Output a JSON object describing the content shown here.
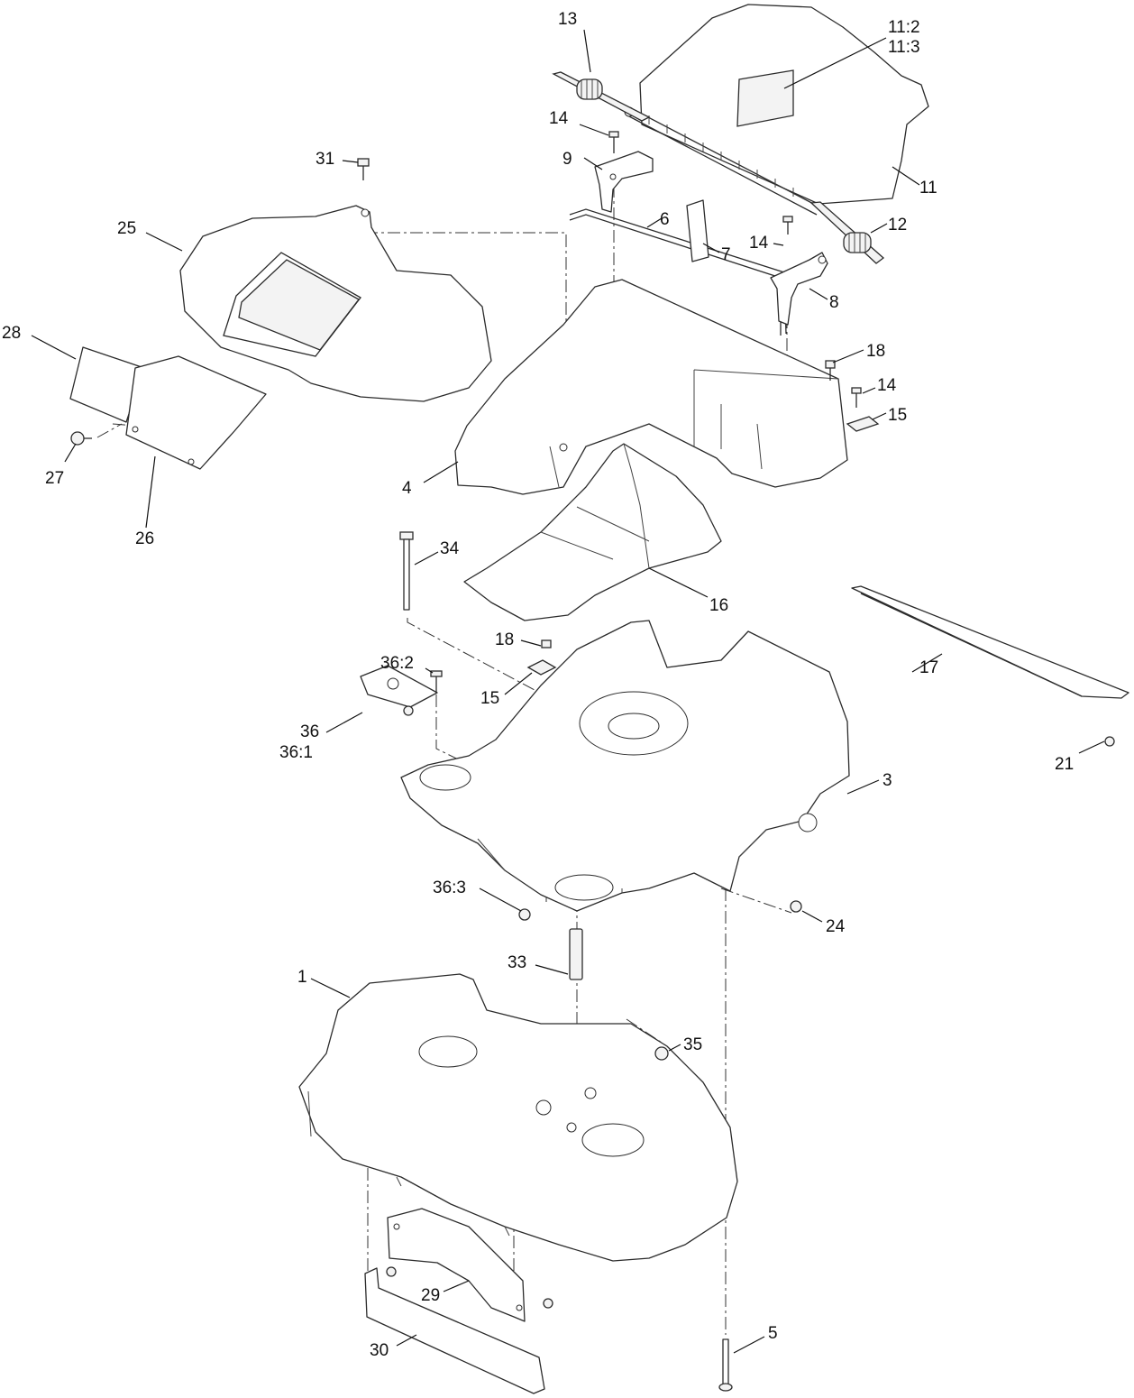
{
  "diagram": {
    "callouts": {
      "c13": "13",
      "c11_2": "11:2",
      "c11_3": "11:3",
      "c14a": "14",
      "c31": "31",
      "c9": "9",
      "c11": "11",
      "c25": "25",
      "c6": "6",
      "c12": "12",
      "c14b": "14",
      "c7": "7",
      "c8": "8",
      "c28": "28",
      "c18a": "18",
      "c14c": "14",
      "c15a": "15",
      "c27": "27",
      "c4": "4",
      "c26": "26",
      "c34": "34",
      "c16": "16",
      "c17": "17",
      "c18b": "18",
      "c36_2": "36:2",
      "c15b": "15",
      "c36": "36",
      "c36_1": "36:1",
      "c3": "3",
      "c21": "21",
      "c36_3": "36:3",
      "c24": "24",
      "c33": "33",
      "c1": "1",
      "c35": "35",
      "c29": "29",
      "c5": "5",
      "c30": "30"
    }
  }
}
